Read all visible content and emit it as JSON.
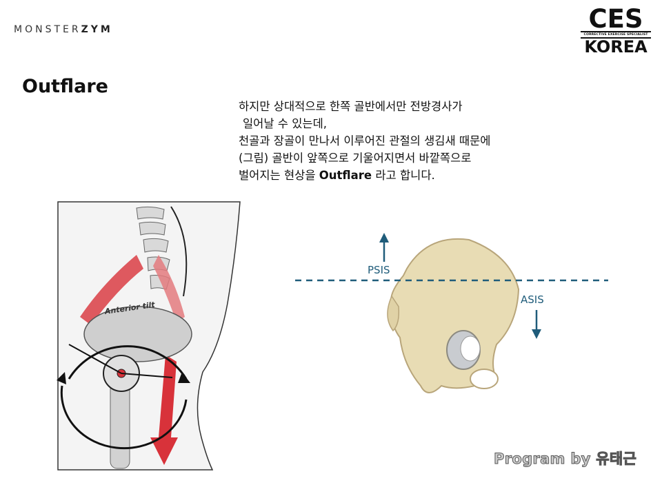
{
  "header": {
    "brand_left": "MONSTER",
    "brand_right": "ZYM",
    "ces_logo": "CES",
    "ces_tagline": "CORRECTIVE EXERCISE SPECIALIST",
    "ces_country": "KOREA"
  },
  "slide": {
    "title": "Outflare",
    "lines": [
      "하지만 상대적으로 한쪽 골반에서만 전방경사가",
      "일어날 수 있는데,",
      "천골과 장골이 만나서 이루어진 관절의 생김새 때문에",
      "(그림) 골반이 앞쪽으로 기울어지면서 바깥쪽으로"
    ],
    "last_line_prefix": "벌어지는 현상을 ",
    "last_line_term": "Outflare",
    "last_line_suffix": " 라고 합니다.",
    "credit": "Program by 유태근"
  },
  "figure_left": {
    "label": "Anterior tilt",
    "accent_color": "#d8323a"
  },
  "figure_right": {
    "psis_label": "PSIS",
    "asis_label": "ASIS",
    "arrow_color": "#1f5c7a",
    "bone_color": "#e8dcb4"
  }
}
